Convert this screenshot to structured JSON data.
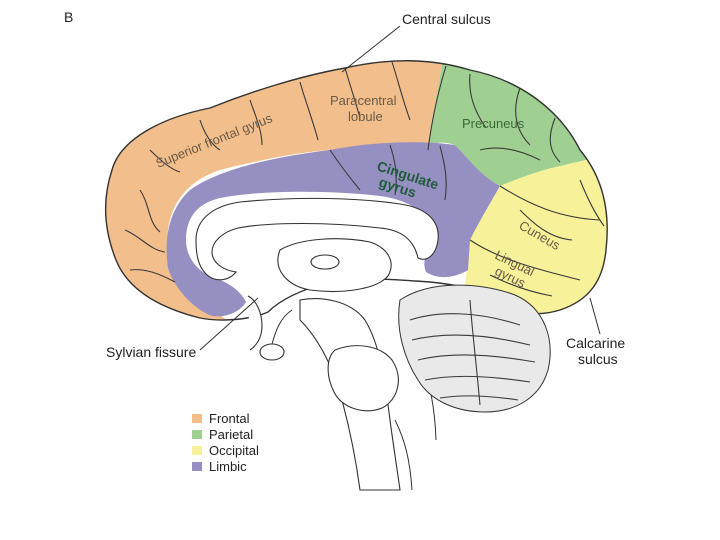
{
  "panel_label": "B",
  "labels": {
    "central_sulcus": "Central sulcus",
    "superior_frontal_gyrus": "Superior frontal gyrus",
    "paracentral_line1": "Paracentral",
    "paracentral_line2": "lobule",
    "precuneus": "Precuneus",
    "cingulate_line1": "Cingulate",
    "cingulate_line2": "gyrus",
    "cuneus": "Cuneus",
    "lingual_line1": "Lingual",
    "lingual_line2": "gyrus",
    "sylvian_fissure": "Sylvian fissure",
    "calcarine_line1": "Calcarine",
    "calcarine_line2": "sulcus"
  },
  "legend": [
    {
      "label": "Frontal",
      "color": "#f2bf8c"
    },
    {
      "label": "Parietal",
      "color": "#9fcf91"
    },
    {
      "label": "Occipital",
      "color": "#f7f19a"
    },
    {
      "label": "Limbic",
      "color": "#9690c2"
    }
  ],
  "colors": {
    "frontal": "#f2bf8c",
    "parietal": "#9fcf91",
    "occipital": "#f7f19a",
    "limbic": "#9690c2"
  }
}
